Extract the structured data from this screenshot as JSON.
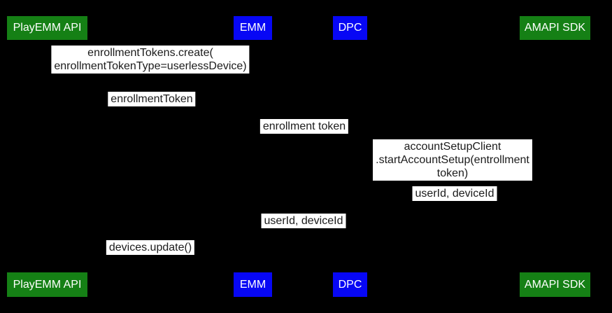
{
  "diagram": {
    "kind": "sequence-diagram",
    "background_color": "#000000",
    "colors": {
      "actor_green": "#158015",
      "actor_blue": "#0707f5",
      "actor_text": "#ffffff",
      "message_bg": "#ffffff",
      "message_text": "#1b1b1b"
    },
    "actors": {
      "playemm": {
        "label": "PlayEMM API",
        "color": "#158015"
      },
      "emm": {
        "label": "EMM",
        "color": "#0707f5"
      },
      "dpc": {
        "label": "DPC",
        "color": "#0707f5"
      },
      "amapi": {
        "label": "AMAPI SDK",
        "color": "#158015"
      }
    },
    "messages": [
      {
        "text": "enrollmentTokens.create(\nenrollmentTokenType=userlessDevice)"
      },
      {
        "text": "enrollmentToken"
      },
      {
        "text": "enrollment token"
      },
      {
        "text": "accountSetupClient\n.startAccountSetup(entrollment token)"
      },
      {
        "text": "userId, deviceId"
      },
      {
        "text": "userId, deviceId"
      },
      {
        "text": "devices.update()"
      }
    ]
  }
}
